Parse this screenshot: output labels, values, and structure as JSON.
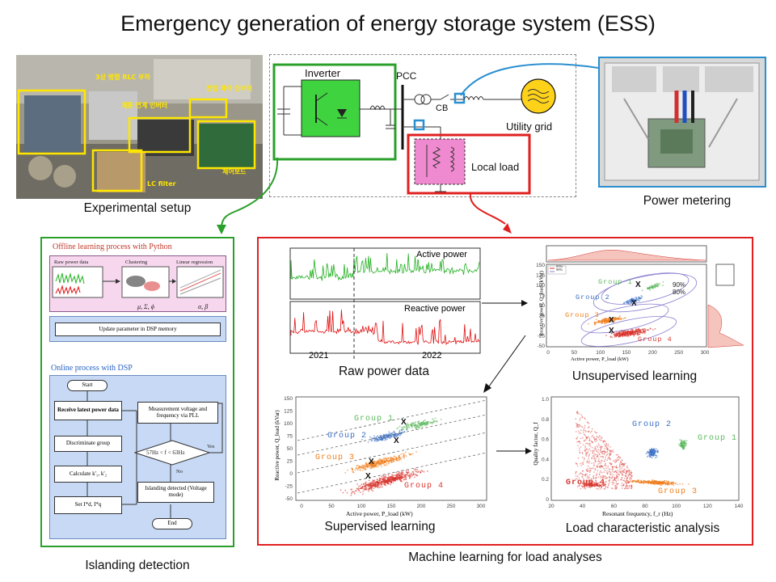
{
  "title": "Emergency generation of energy storage system (ESS)",
  "captions": {
    "experimental_setup": "Experimental setup",
    "power_metering": "Power metering",
    "islanding_detection": "Islanding detection",
    "ml_load_analyses": "Machine learning for load analyses",
    "raw_power_data": "Raw power data",
    "unsupervised": "Unsupervised learning",
    "supervised": "Supervised learning",
    "load_char": "Load characteristic analysis"
  },
  "setup_photo_labels": [
    "3상 병렬 RLC 부하",
    "계통 연계 인버터",
    "전압 제어 인버터",
    "LC filter",
    "제어보드"
  ],
  "circuit": {
    "inverter": "Inverter",
    "pcc": "PCC",
    "cb": "CB",
    "utility_grid": "Utility grid",
    "local_load": "Local load"
  },
  "islanding": {
    "offline_title": "Offline learning process with Python",
    "offline_steps": [
      "Raw power data",
      "Clustering",
      "Linear regression"
    ],
    "offline_params": [
      "μ, Σ, ϕ",
      "α, β"
    ],
    "update_param": "Update parameter in DSP memory",
    "online_title": "Online process with DSP",
    "flow": {
      "start": "Start",
      "receive": "Receive latest power data",
      "discriminate": "Discriminate group",
      "calculate": "Calculate k'₁, k'₂",
      "set": "Set I*d, I*q",
      "measure": "Measurement voltage and frequency via PLL",
      "decision": "57Hz < f < 63Hz",
      "yes": "Yes",
      "no": "No",
      "detected": "Islanding detected (Voltage mode)",
      "end": "End"
    }
  },
  "raw_power": {
    "active_label": "Active power",
    "reactive_label": "Reactive power",
    "year_left": "2021",
    "year_right": "2022",
    "colors": {
      "active": "#22b022",
      "reactive": "#e01010"
    }
  },
  "unsupervised_plot": {
    "xlabel": "Active power, P_load (kW)",
    "ylabel": "Reactive power, Q_load (kVar)",
    "legend": [
      "95%",
      "90%"
    ],
    "contour_labels": [
      "90%",
      "80%"
    ],
    "groups": [
      "Group 1",
      "Group 2",
      "Group 3",
      "Group 4"
    ],
    "xticks": [
      "0",
      "50",
      "100",
      "150",
      "200",
      "250",
      "300"
    ],
    "yticks": [
      "150",
      "125",
      "100",
      "75",
      "50",
      "25",
      "0",
      "-25",
      "-50"
    ]
  },
  "supervised_plot": {
    "xlabel": "Active power, P_load (kW)",
    "ylabel": "Reactive power, Q_load (kVar)",
    "groups": [
      "Group 1",
      "Group 2",
      "Group 3",
      "Group 4"
    ],
    "xticks": [
      "0",
      "50",
      "100",
      "150",
      "200",
      "250",
      "300"
    ],
    "yticks": [
      "150",
      "125",
      "100",
      "75",
      "50",
      "25",
      "0",
      "-25",
      "-50"
    ]
  },
  "load_char_plot": {
    "xlabel": "Resonant frequency, f_r (Hz)",
    "ylabel": "Quality factor, Q_f",
    "groups": [
      "Group 1",
      "Group 2",
      "Group 3",
      "Group 4"
    ],
    "xticks": [
      "20",
      "40",
      "60",
      "80",
      "100",
      "120",
      "140"
    ],
    "yticks": [
      "1.0",
      "0.8",
      "0.6",
      "0.4",
      "0.2",
      "0"
    ]
  },
  "group_colors": {
    "g1": "#5cb85c",
    "g2": "#3a6fc4",
    "g3": "#f07d1a",
    "g4": "#d9362f"
  },
  "marker": "X",
  "frame_colors": {
    "green": "#2aa02a",
    "red": "#e02020",
    "blue": "#2a8fd0"
  }
}
